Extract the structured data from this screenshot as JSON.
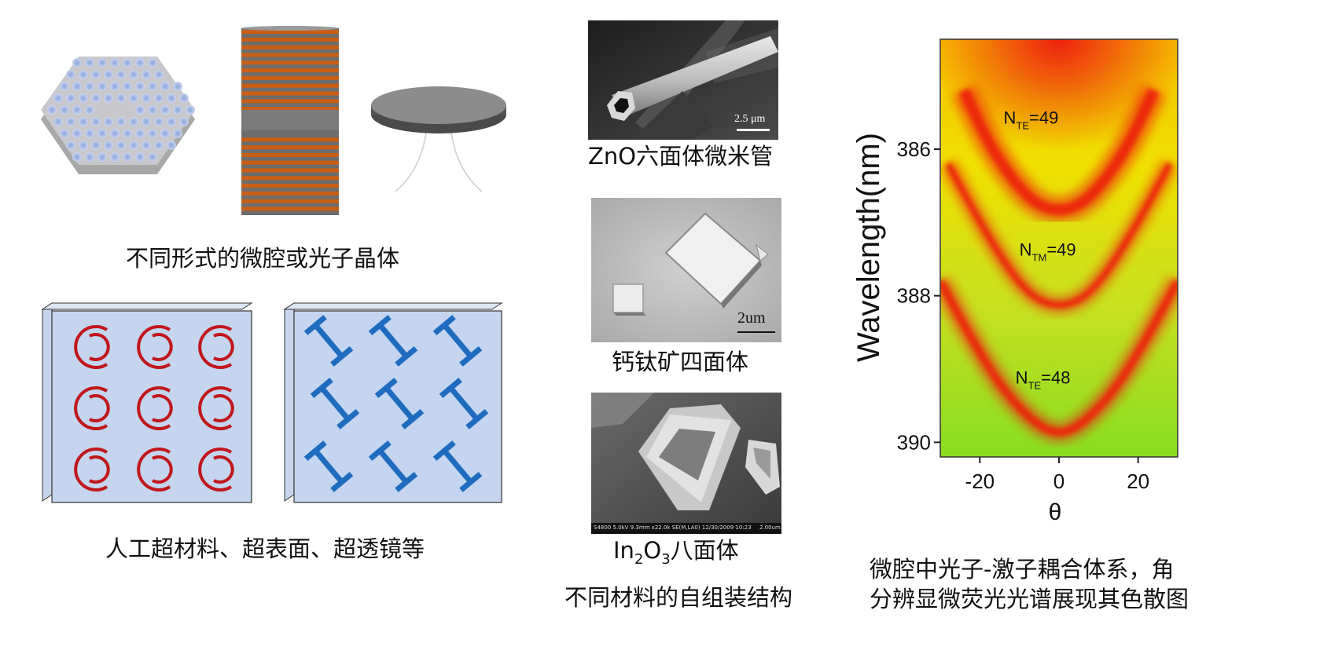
{
  "left": {
    "caption_top": "不同形式的微腔或光子晶体",
    "caption_bottom": "人工超材料、超表面、超透镜等"
  },
  "middle": {
    "zno": {
      "scale_bar": "2.5 μm",
      "caption": "ZnO六面体微米管"
    },
    "perovskite": {
      "scale_bar": "2um",
      "caption": "钙钛矿四面体"
    },
    "in2o3": {
      "caption_base1": "In",
      "caption_sub1": "2",
      "caption_base2": "O",
      "caption_sub2": "3",
      "caption_rest": "八面体",
      "info_bar": "S4800 5.0kV 9.3mm x22.0k SE(M,LA0) 12/30/2009 10:23",
      "info_scale": "2.00um"
    },
    "caption_group": "不同材料的自组装结构"
  },
  "right": {
    "ylabel": "Wavelength(nm)",
    "xlabel": "θ",
    "caption_line1": "微腔中光子-激子耦合体系，角",
    "caption_line2": "分辨显微荧光光谱展现其色散图"
  },
  "chart_data": {
    "type": "heatmap",
    "xlabel": "θ",
    "ylabel": "Wavelength(nm)",
    "xlim": [
      -30,
      30
    ],
    "ylim": [
      384.5,
      390.2
    ],
    "y_reversed": true,
    "x_ticks": [
      -20,
      0,
      20
    ],
    "y_ticks": [
      386,
      388,
      390
    ],
    "series": [
      {
        "name": "N_TE=49",
        "label_base": "N",
        "label_sub": "TE",
        "label_rest": "=49",
        "points": [
          [
            -24,
            385.2
          ],
          [
            -18,
            385.9
          ],
          [
            -12,
            386.4
          ],
          [
            -6,
            386.75
          ],
          [
            0,
            386.85
          ],
          [
            6,
            386.75
          ],
          [
            12,
            386.4
          ],
          [
            18,
            385.9
          ],
          [
            24,
            385.2
          ]
        ]
      },
      {
        "name": "N_TM=49",
        "label_base": "N",
        "label_sub": "TM",
        "label_rest": "=49",
        "points": [
          [
            -28,
            386.2
          ],
          [
            -20,
            387.0
          ],
          [
            -12,
            387.7
          ],
          [
            -6,
            388.05
          ],
          [
            0,
            388.15
          ],
          [
            6,
            388.05
          ],
          [
            12,
            387.7
          ],
          [
            20,
            387.0
          ],
          [
            28,
            386.2
          ]
        ]
      },
      {
        "name": "N_TE=48",
        "label_base": "N",
        "label_sub": "TE",
        "label_rest": "=48",
        "points": [
          [
            -30,
            387.8
          ],
          [
            -22,
            388.6
          ],
          [
            -14,
            389.3
          ],
          [
            -6,
            389.75
          ],
          [
            0,
            389.9
          ],
          [
            6,
            389.75
          ],
          [
            14,
            389.3
          ],
          [
            22,
            388.6
          ],
          [
            30,
            387.8
          ]
        ]
      }
    ],
    "colors": {
      "red": "#ee2010",
      "yellow": "#f0e000",
      "green": "#88dd22"
    }
  }
}
